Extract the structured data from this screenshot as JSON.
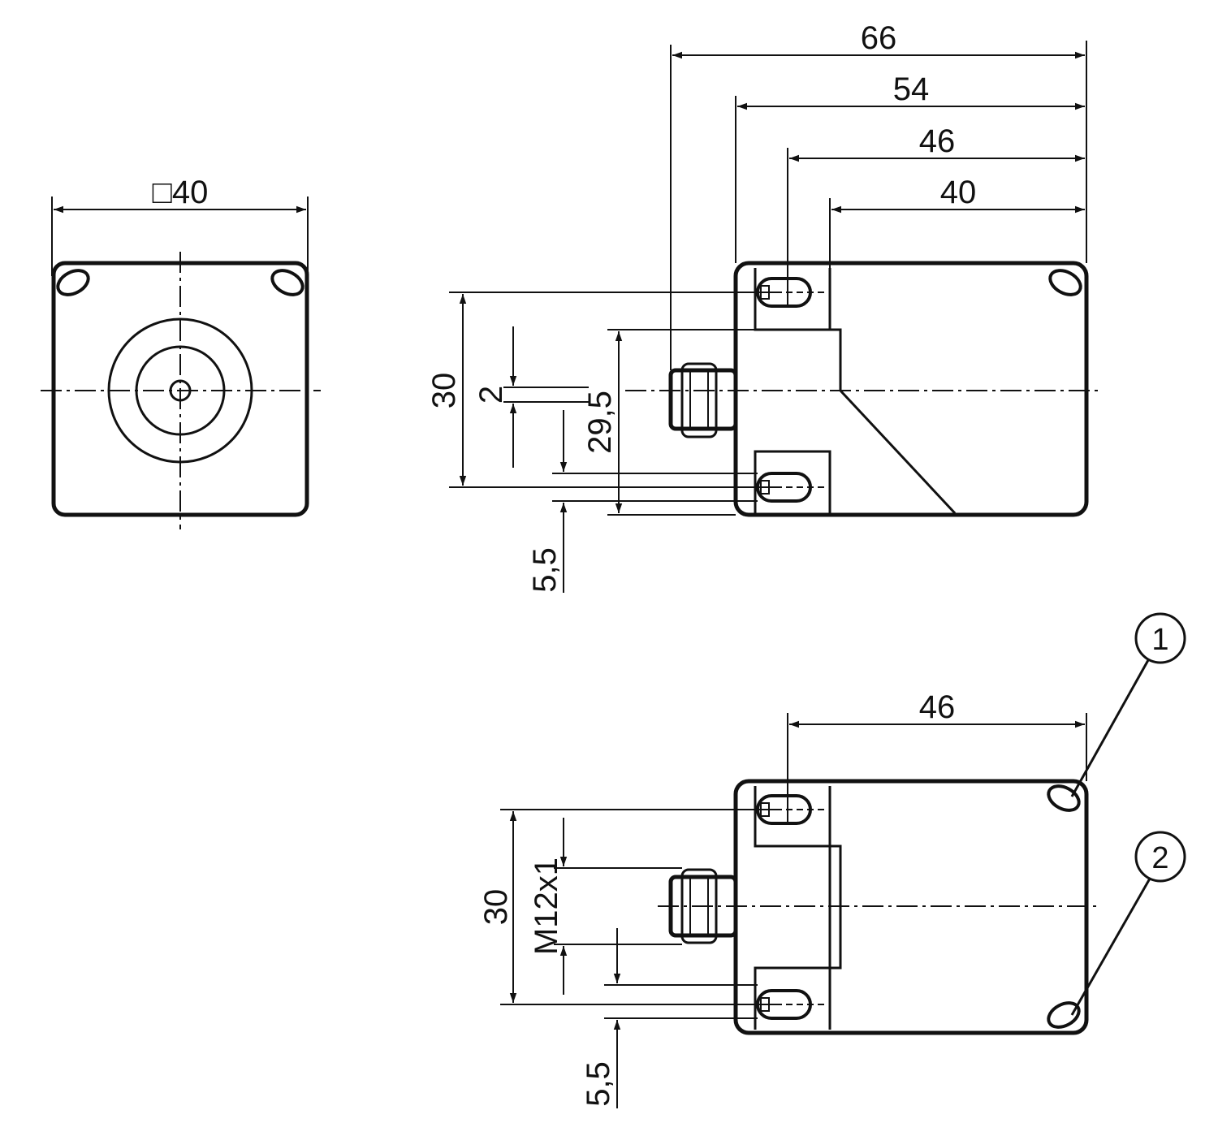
{
  "front_view": {
    "width_dimension": "□40"
  },
  "side_view": {
    "dimensions": {
      "total_length": "66",
      "length_54": "54",
      "hole_offset": "46",
      "head_length": "40",
      "hole_spacing": "30",
      "connector_offset": "2",
      "center_height": "29,5",
      "hole_size": "5,5"
    }
  },
  "bottom_view": {
    "dimensions": {
      "hole_offset": "46",
      "hole_spacing": "30",
      "thread": "M12x1",
      "hole_size": "5,5"
    },
    "callouts": [
      "1",
      "2"
    ]
  },
  "colors": {
    "line": "#111111",
    "background": "#ffffff"
  }
}
